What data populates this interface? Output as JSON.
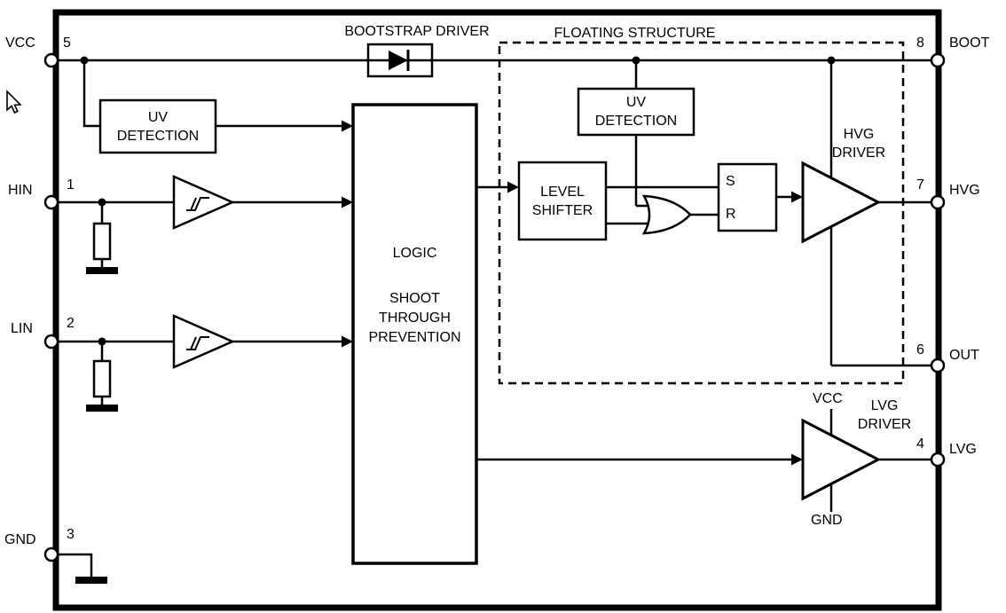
{
  "diagram": {
    "colors": {
      "line": "#000000",
      "background": "#ffffff"
    },
    "pins": {
      "vcc": {
        "label": "VCC",
        "number": "5"
      },
      "hin": {
        "label": "HIN",
        "number": "1"
      },
      "lin": {
        "label": "LIN",
        "number": "2"
      },
      "gnd": {
        "label": "GND",
        "number": "3"
      },
      "boot": {
        "label": "BOOT",
        "number": "8"
      },
      "hvg": {
        "label": "HVG",
        "number": "7"
      },
      "out": {
        "label": "OUT",
        "number": "6"
      },
      "lvg": {
        "label": "LVG",
        "number": "4"
      }
    },
    "blocks": {
      "bootstrap_driver": {
        "label": "BOOTSTRAP DRIVER"
      },
      "floating_structure": {
        "label": "FLOATING STRUCTURE"
      },
      "uv_detection_input": {
        "label": "UV\nDETECTION"
      },
      "uv_detection_floating": {
        "label": "UV\nDETECTION"
      },
      "level_shifter": {
        "label": "LEVEL\nSHIFTER"
      },
      "logic": {
        "title": "LOGIC",
        "subtitle": "SHOOT\nTHROUGH\nPREVENTION"
      },
      "sr_latch": {
        "set": "S",
        "reset": "R"
      },
      "hvg_driver": {
        "label": "HVG\nDRIVER"
      },
      "lvg_driver": {
        "label": "LVG\nDRIVER",
        "supply": "VCC",
        "ground": "GND"
      }
    }
  }
}
